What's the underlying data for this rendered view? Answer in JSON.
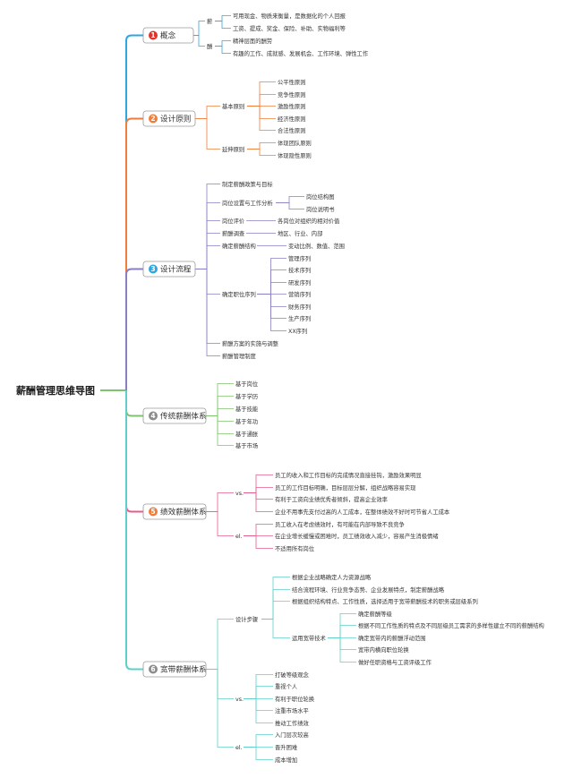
{
  "root": "薪酬管理思维导图",
  "branches": [
    {
      "num": "1",
      "label": "概念",
      "color": "#2fa6e0",
      "circle": "#e0332b",
      "children": [
        {
          "label": "薪",
          "children": [
            "可用现金、物质来衡量，是数据化的个人回报",
            "工资、提成、奖金、保险、补助、实物福利等"
          ]
        },
        {
          "label": "酬",
          "children": [
            "精神层面的酬劳",
            "有趣的工作、成就感、发展机会、工作环境、弹性工作"
          ]
        }
      ]
    },
    {
      "num": "2",
      "label": "设计原则",
      "color": "#ef7e3a",
      "circle": "#ef7e3a",
      "children": [
        {
          "label": "基本原则",
          "children": [
            "公平性原则",
            "竞争性原则",
            "激励性原则",
            "经济性原则",
            "合法性原则"
          ]
        },
        {
          "label": "延伸原则",
          "children": [
            "体现团队原则",
            "体现隐性原则"
          ]
        }
      ]
    },
    {
      "num": "3",
      "label": "设计流程",
      "color": "#8a7fc2",
      "circle": "#2fa6e0",
      "children": [
        {
          "label": "制定薪酬政策与目标",
          "children": []
        },
        {
          "label": "岗位设置与工作分析",
          "children": [
            "岗位结构图",
            "岗位说明书"
          ]
        },
        {
          "label": "岗位评价",
          "children": [
            "各岗位对组织的相对价值"
          ]
        },
        {
          "label": "薪酬调查",
          "children": [
            "地区、行业、内部"
          ]
        },
        {
          "label": "确定薪酬结构",
          "children": [
            "变动比例、数值、范围"
          ]
        },
        {
          "label": "确定职位序列",
          "children": [
            "管理序列",
            "技术序列",
            "研发序列",
            "营销序列",
            "财务序列",
            "生产序列",
            "XX序列"
          ]
        },
        {
          "label": "薪酬方案的实施与调整",
          "children": []
        },
        {
          "label": "薪酬管理制度",
          "children": []
        }
      ]
    },
    {
      "num": "4",
      "label": "传统薪酬体系",
      "color": "#7dc46c",
      "circle": "#8c8c8c",
      "children": [
        {
          "label": "基于岗位",
          "children": []
        },
        {
          "label": "基于学历",
          "children": []
        },
        {
          "label": "基于技能",
          "children": []
        },
        {
          "label": "基于年功",
          "children": []
        },
        {
          "label": "基于通胀",
          "children": []
        },
        {
          "label": "基于市场",
          "children": []
        }
      ]
    },
    {
      "num": "5",
      "label": "绩效薪酬体系",
      "color": "#e45d8c",
      "circle": "#ef7e3a",
      "children": [
        {
          "label": "vs.",
          "children": [
            "员工的收入和工作目标的完成情况直接挂钩，激励效果明显",
            "员工的工作目标明确，目标层层分解，组织战略容易实现",
            "有利于工资向业绩优秀者倾斜，提高企业效率",
            "企业不用事先支付过高的人工成本，在整体绩效不好时可节省人工成本"
          ]
        },
        {
          "label": "el.",
          "children": [
            "员工收入在考虑绩效时，有可能在内部导致不良竞争",
            "在企业增长缓慢或困难时，员工绩效收入减少，容易产生消极情绪",
            "不适用所有岗位"
          ]
        }
      ]
    },
    {
      "num": "6",
      "label": "宽带薪酬体系",
      "color": "#5fd0c8",
      "circle": "#8c8c8c",
      "children": [
        {
          "label": "设计步骤",
          "children": [
            {
              "label": "根据企业战略确定人力资源战略",
              "children": []
            },
            {
              "label": "结合流程环境、行业竞争态势、企业发展特点，制定薪酬战略",
              "children": []
            },
            {
              "label": "根据组织结构特点、工作性质，选择适用于宽带薪酬技术的职务或层级系列",
              "children": []
            },
            {
              "label": "运用宽带技术",
              "children": [
                "确定薪酬等级",
                "根据不同工作性质的特点及不同层级员工需求的多样性建立不同的薪酬结构",
                "确定宽带内的薪酬浮动范围",
                "宽带内横向职位轮换",
                "做好任职资格与工资评级工作"
              ]
            }
          ]
        },
        {
          "label": "vs.",
          "children": [
            "打破等级观念",
            "重视个人",
            "有利于职位轮换",
            "注重市场水平",
            "推动工作绩效"
          ]
        },
        {
          "label": "el.",
          "children": [
            "入门层次较高",
            "晋升困难",
            "成本增加"
          ]
        }
      ]
    }
  ]
}
